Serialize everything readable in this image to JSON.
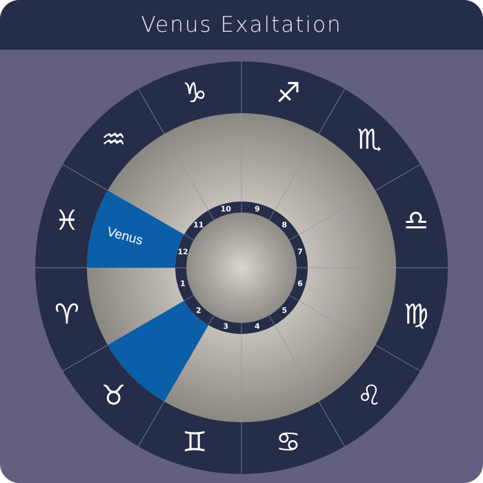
{
  "header": {
    "title": "Venus Exaltation"
  },
  "colors": {
    "frame": "#635f7e",
    "header": "#262d49",
    "outer_ring": "#262d49",
    "house_ring": "#262d49",
    "highlight": "#0a5fa8",
    "divider": "#8e93a8"
  },
  "zodiac": [
    {
      "glyph": "♈",
      "name": "aries"
    },
    {
      "glyph": "♉",
      "name": "taurus"
    },
    {
      "glyph": "♊",
      "name": "gemini"
    },
    {
      "glyph": "♋",
      "name": "cancer"
    },
    {
      "glyph": "♌",
      "name": "leo"
    },
    {
      "glyph": "♍",
      "name": "virgo"
    },
    {
      "glyph": "♎",
      "name": "libra"
    },
    {
      "glyph": "♏",
      "name": "scorpio"
    },
    {
      "glyph": "♐",
      "name": "sagittarius"
    },
    {
      "glyph": "♑",
      "name": "capricorn"
    },
    {
      "glyph": "♒",
      "name": "aquarius"
    },
    {
      "glyph": "♓",
      "name": "pisces"
    }
  ],
  "houses": [
    "1",
    "2",
    "3",
    "4",
    "5",
    "6",
    "7",
    "8",
    "9",
    "10",
    "11",
    "12"
  ],
  "highlights": [
    {
      "sign_index": 11,
      "label": "Venus"
    },
    {
      "sign_index": 1,
      "label": ""
    }
  ]
}
